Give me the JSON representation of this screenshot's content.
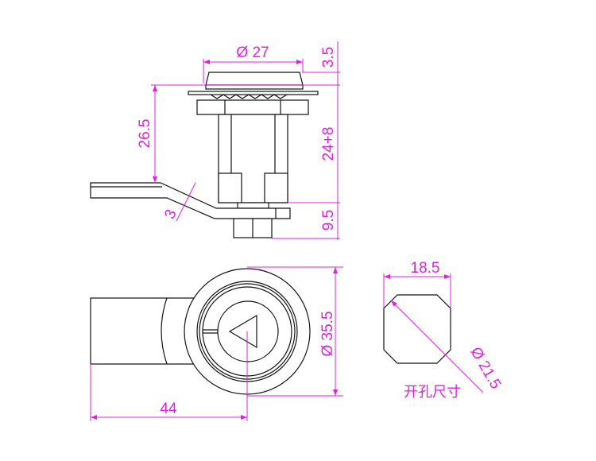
{
  "title": "Cam lock dimension drawing",
  "accent_color": "#e020e0",
  "dimensions": {
    "cap_diameter": "Ø 27",
    "cap_height": "3.5",
    "body_length": "24+8",
    "bottom_height": "9.5",
    "cam_offset": "26.5",
    "cam_thickness": "3",
    "face_diameter": "Ø 35.5",
    "cam_length": "44",
    "cutout_width": "18.5",
    "cutout_diameter": "Ø 21.5"
  },
  "cutout_label": "开孔尺寸"
}
